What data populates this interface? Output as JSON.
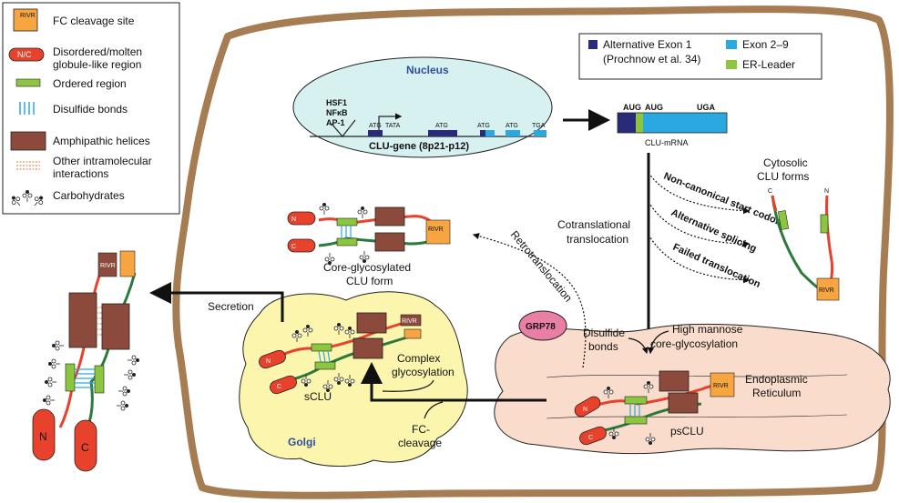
{
  "legend": {
    "items": [
      {
        "label": "FC cleavage site",
        "tag": "RIVR"
      },
      {
        "label": "Disordered/molten globule-like region",
        "tag": "N/C"
      },
      {
        "label": "Ordered region"
      },
      {
        "label": "Disulfide bonds"
      },
      {
        "label": "Amphipathic helices"
      },
      {
        "label": "Other intramolecular interactions"
      },
      {
        "label": "Carbohydrates"
      }
    ]
  },
  "exon_legend": {
    "items": [
      {
        "label": "Alternative Exon 1",
        "sub": "(Prochnow et al. 34)",
        "color": "#2a2a7a"
      },
      {
        "label": "Exon 2–9",
        "color": "#29a9e0"
      },
      {
        "label": "ER-Leader",
        "color": "#8cc63f"
      }
    ]
  },
  "nucleus": {
    "title": "Nucleus",
    "factors": [
      "HSF1",
      "NFκB",
      "AP-1"
    ],
    "gene_label": "CLU-gene (8p21-p12)",
    "sites": [
      "ATG",
      "TATA",
      "ATG",
      "ATG",
      "ATG",
      "TGA"
    ]
  },
  "mrna": {
    "label": "CLU-mRNA",
    "sites": [
      "AUG",
      "AUG",
      "UGA"
    ]
  },
  "cytosol": {
    "title": "Cytosolic CLU forms",
    "paths": [
      "Non-canonical start codon",
      "Alternative splicing",
      "Failed translocation"
    ]
  },
  "cotranslational": "Cotranslational translocation",
  "retrotranslocation": "Retrotranslocation",
  "core_glyco": "Core-glycosylated CLU form",
  "er": {
    "label": "Endoplasmic Reticulum",
    "grp": "GRP78",
    "disulfide": "Disulfide bonds",
    "mannose": "High mannose core-glycosylation",
    "protein": "psCLU"
  },
  "golgi": {
    "label": "Golgi",
    "protein": "sCLU",
    "complex": "Complex glycosylation",
    "fc": "FC-cleavage"
  },
  "secretion": "Secretion",
  "tags": {
    "rivr": "RIVR",
    "n": "N",
    "c": "C",
    "nc": "N/C"
  },
  "colors": {
    "cell": "#a67c52",
    "nucleus": "#d7f0f0",
    "er": "#f9dccb",
    "golgi": "#fbf5ad",
    "helix": "#8b4a3c",
    "ordered": "#8cc63f",
    "disordered": "#e8412c",
    "fc": "#f7a541",
    "grp": "#e97fa4"
  }
}
